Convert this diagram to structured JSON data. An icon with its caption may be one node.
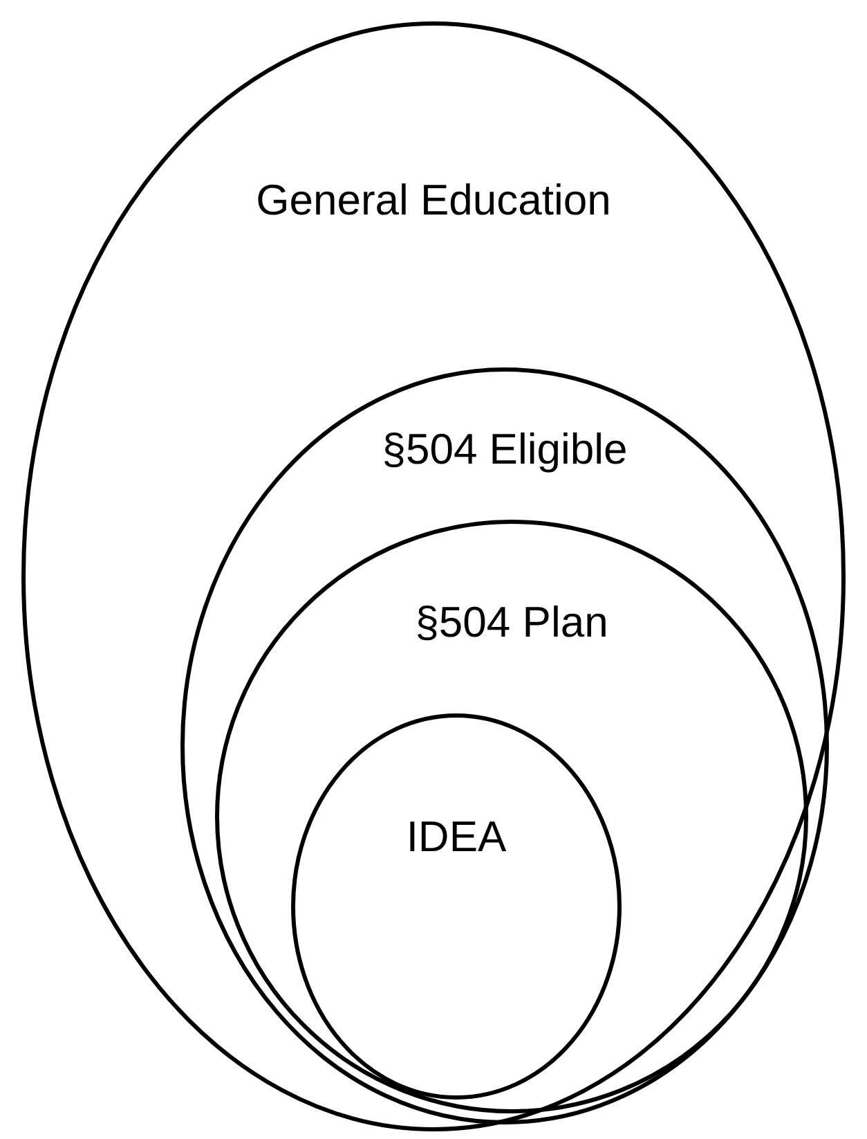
{
  "diagram": {
    "nodes": [
      {
        "text": [
          "General Education"
        ]
      },
      {
        "text": [
          "§504 Eligible"
        ],
        "in": 0
      },
      {
        "text": [
          "§504 Plan"
        ],
        "in": 1
      },
      {
        "text": [
          "IDEA"
        ],
        "in": 2
      }
    ]
  }
}
